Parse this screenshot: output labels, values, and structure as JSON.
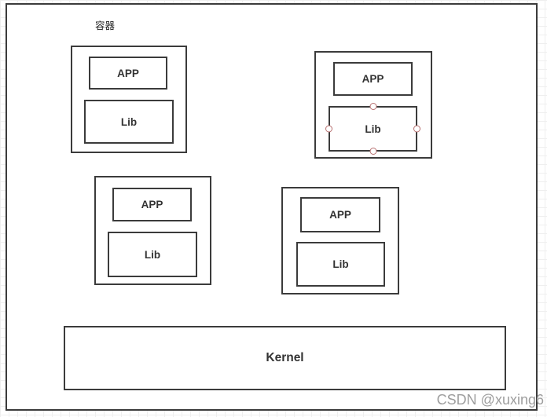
{
  "diagram": {
    "group_label": "容器",
    "containers": [
      {
        "id": "top-left",
        "app_label": "APP",
        "lib_label": "Lib",
        "lib_has_connection_points": false
      },
      {
        "id": "top-right",
        "app_label": "APP",
        "lib_label": "Lib",
        "lib_has_connection_points": true,
        "connection_point_positions": [
          "top",
          "left",
          "right",
          "bottom"
        ]
      },
      {
        "id": "middle-left",
        "app_label": "APP",
        "lib_label": "Lib",
        "lib_has_connection_points": false
      },
      {
        "id": "middle-right",
        "app_label": "APP",
        "lib_label": "Lib",
        "lib_has_connection_points": false
      }
    ],
    "kernel_label": "Kernel"
  },
  "watermark": {
    "text": "CSDN @xuxing6"
  },
  "colors": {
    "shape_border": "#3b3b3b",
    "shape_text": "#333333",
    "handle_stroke": "#b87070",
    "watermark": "#9e9e9e",
    "grid_line": "#efefef",
    "canvas_bg": "#ffffff"
  }
}
